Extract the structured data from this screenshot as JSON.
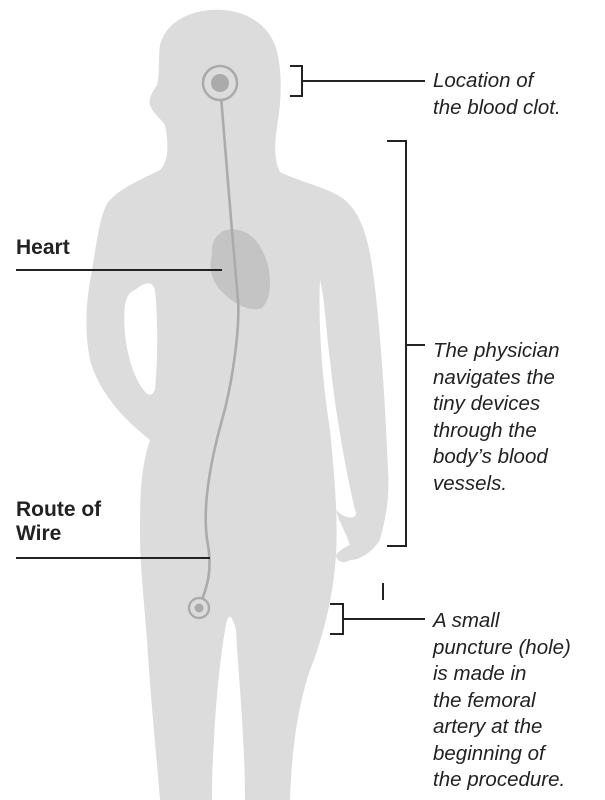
{
  "labels": {
    "heart": "Heart",
    "route_of_wire": "Route of\nWire"
  },
  "callouts": {
    "clot_location": "Location of\nthe blood clot.",
    "physician_navigation": "The physician\nnavigates the\ntiny devices\nthrough the\nbody’s blood\nvessels.",
    "puncture": "A small\npuncture (hole)\nis made in\nthe femoral\nartery at the\nbeginning of\nthe procedure."
  },
  "colors": {
    "body": "#dcdcdc",
    "heart": "#c4c4c4",
    "wire": "#ababab",
    "leader_line": "#222222"
  }
}
